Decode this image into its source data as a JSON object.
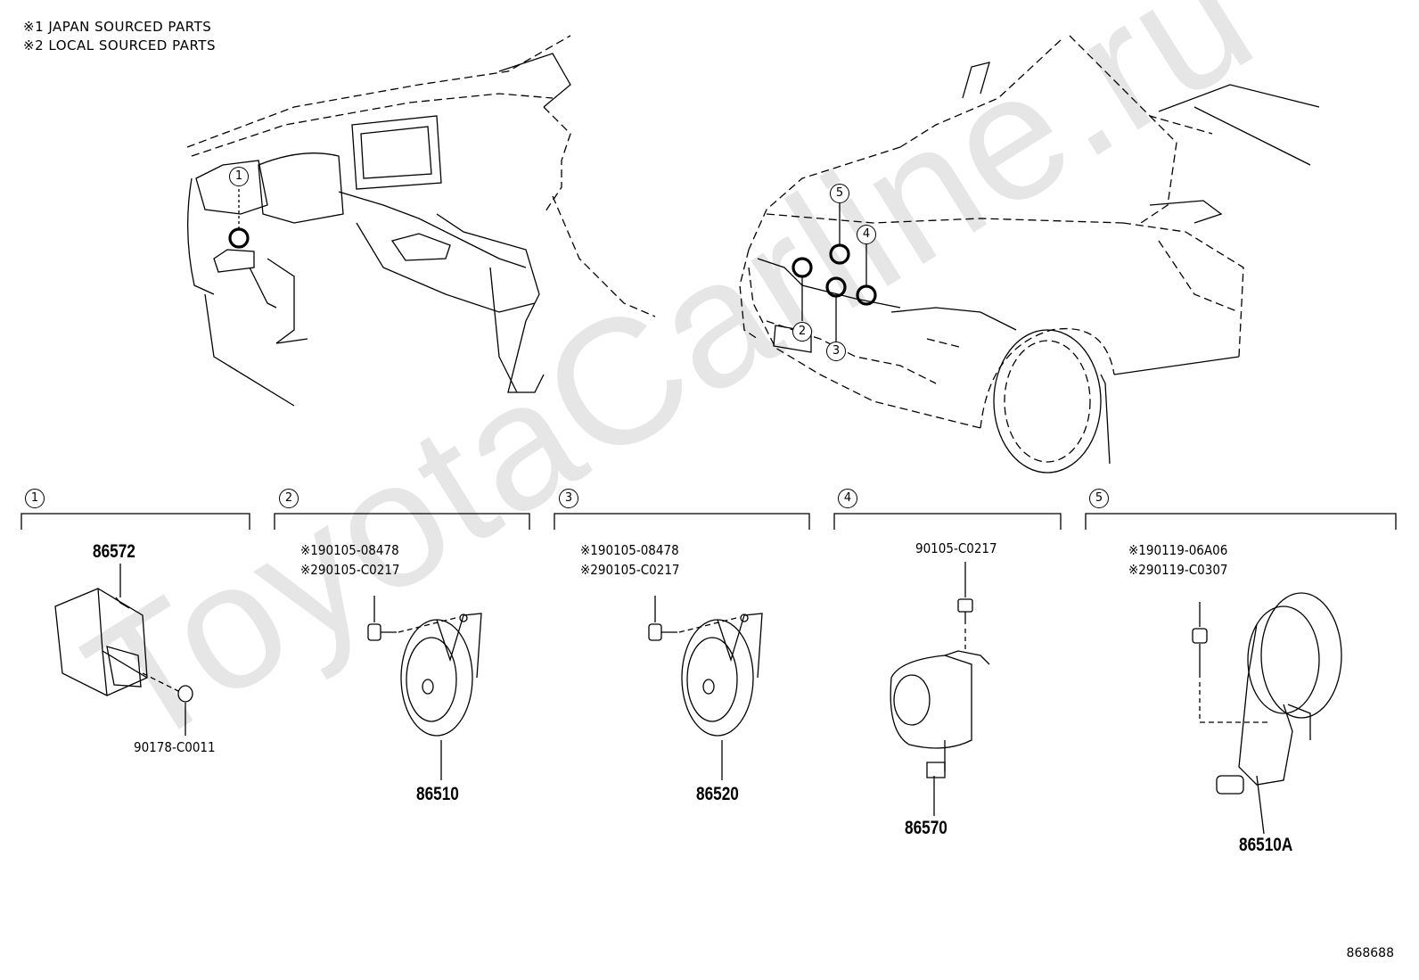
{
  "legend": {
    "line1": "※1 JAPAN SOURCED PARTS",
    "line2": "※2 LOCAL SOURCED PARTS"
  },
  "watermark": "ToyotaCarline.ru",
  "catalog_number": "868688",
  "locators": [
    "1",
    "2",
    "3",
    "4",
    "5"
  ],
  "sections": [
    {
      "index": "1",
      "main_part": "86572",
      "fastener": "90178-C0011"
    },
    {
      "index": "2",
      "main_part": "86510",
      "japan_part": "※190105-08478",
      "local_part": "※290105-C0217"
    },
    {
      "index": "3",
      "main_part": "86520",
      "japan_part": "※190105-08478",
      "local_part": "※290105-C0217"
    },
    {
      "index": "4",
      "main_part": "86570",
      "fastener": "90105-C0217"
    },
    {
      "index": "5",
      "main_part": "86510A",
      "japan_part": "※190119-06A06",
      "local_part": "※290119-C0307"
    }
  ]
}
